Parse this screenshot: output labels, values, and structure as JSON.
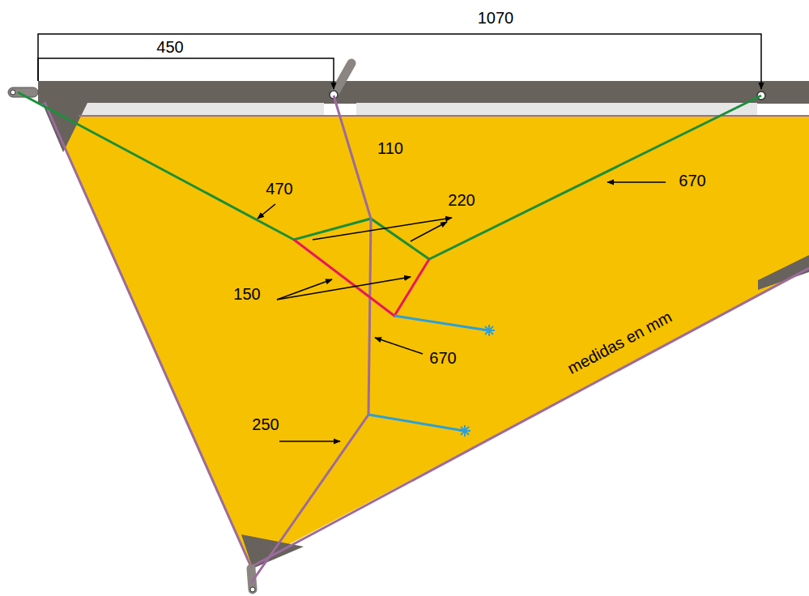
{
  "diagram": {
    "labels": [
      "1070",
      "450",
      "110",
      "470",
      "220",
      "670",
      "150",
      "670",
      "250",
      "medidas en mm"
    ]
  }
}
